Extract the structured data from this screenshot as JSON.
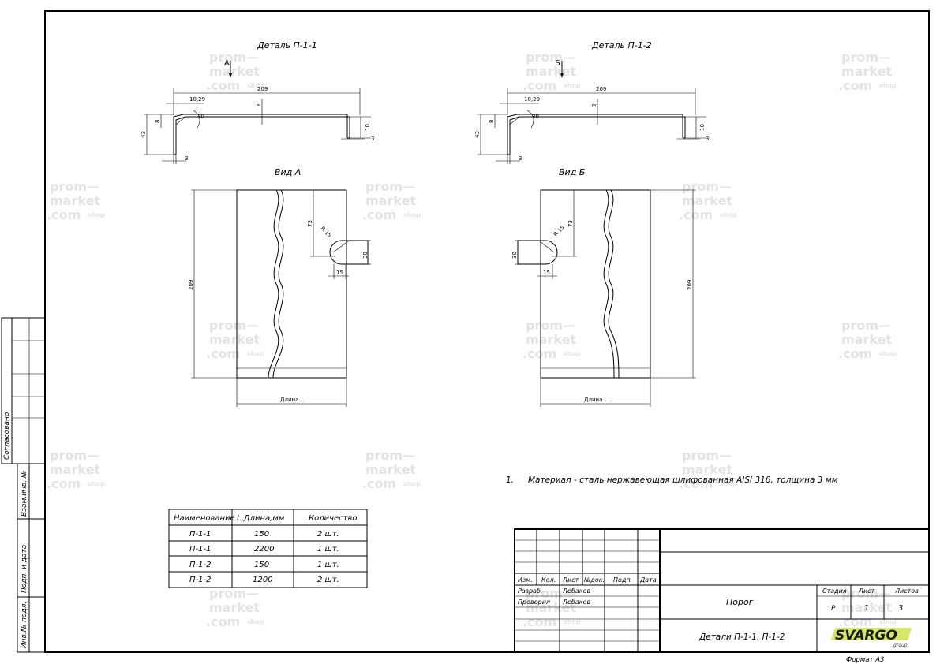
{
  "detail1": {
    "title": "Деталь П-1-1",
    "section_mark": "А",
    "dim_width": "209",
    "dim_r": "10,29",
    "dim_angle": "30",
    "dim_t": "3",
    "dim_h": "43",
    "dim_s": "8",
    "dim_right": "10",
    "dim_bottom": "3"
  },
  "detail2": {
    "title": "Деталь П-1-2",
    "section_mark": "Б",
    "dim_width": "209",
    "dim_r": "10,29",
    "dim_angle": "30",
    "dim_t": "3",
    "dim_h": "43",
    "dim_s": "8",
    "dim_right": "10",
    "dim_bottom": "3"
  },
  "view1": {
    "title": "Вид А",
    "dim_height": "209",
    "dim_73": "73",
    "dim_r": "R 15",
    "dim_30": "30",
    "dim_15": "15",
    "length": "Длина L"
  },
  "view2": {
    "title": "Вид Б",
    "dim_height": "209",
    "dim_73": "73",
    "dim_r": "R 15",
    "dim_30": "30",
    "dim_15": "15",
    "length": "Длина L"
  },
  "note": {
    "number": "1.",
    "text": "Материал - сталь нержавеющая шлифованная AISI 316, толщина 3 мм"
  },
  "spec_table": {
    "headers": [
      "Наименование",
      "L,Длина,мм",
      "Количество"
    ],
    "rows": [
      [
        "П-1-1",
        "150",
        "2 шт."
      ],
      [
        "П-1-1",
        "2200",
        "1 шт."
      ],
      [
        "П-1-2",
        "150",
        "1 шт."
      ],
      [
        "П-1-2",
        "1200",
        "2 шт."
      ]
    ]
  },
  "title_block": {
    "col_headers": [
      "Изм.",
      "Кол.",
      "Лист",
      "№док.",
      "Подп.",
      "Дата"
    ],
    "role1": "Разраб.",
    "name1": "Лебаков",
    "role2": "Проверил",
    "name2": "Лебаков",
    "name": "Порог",
    "subtitle": "Детали П-1-1, П-1-2",
    "stage_label": "Стадия",
    "sheet_label": "Лист",
    "sheets_label": "Листов",
    "stage": "Р",
    "sheet": "1",
    "sheets": "3",
    "logo": "SVARGO",
    "logo_sub": "group",
    "format": "Формат А3"
  },
  "left_strip": {
    "agreed": "Согласовано",
    "inv_swap": "Взам.инв. №",
    "sign_date": "Подп. и дата",
    "inv_orig": "Инв.№ подл."
  },
  "watermark": {
    "line1": "prom—",
    "line2": "market",
    "line3": ".com",
    "suffix": "shop"
  },
  "colors": {
    "line": "#000000",
    "watermark": "#e3e3e3",
    "background": "#ffffff"
  }
}
